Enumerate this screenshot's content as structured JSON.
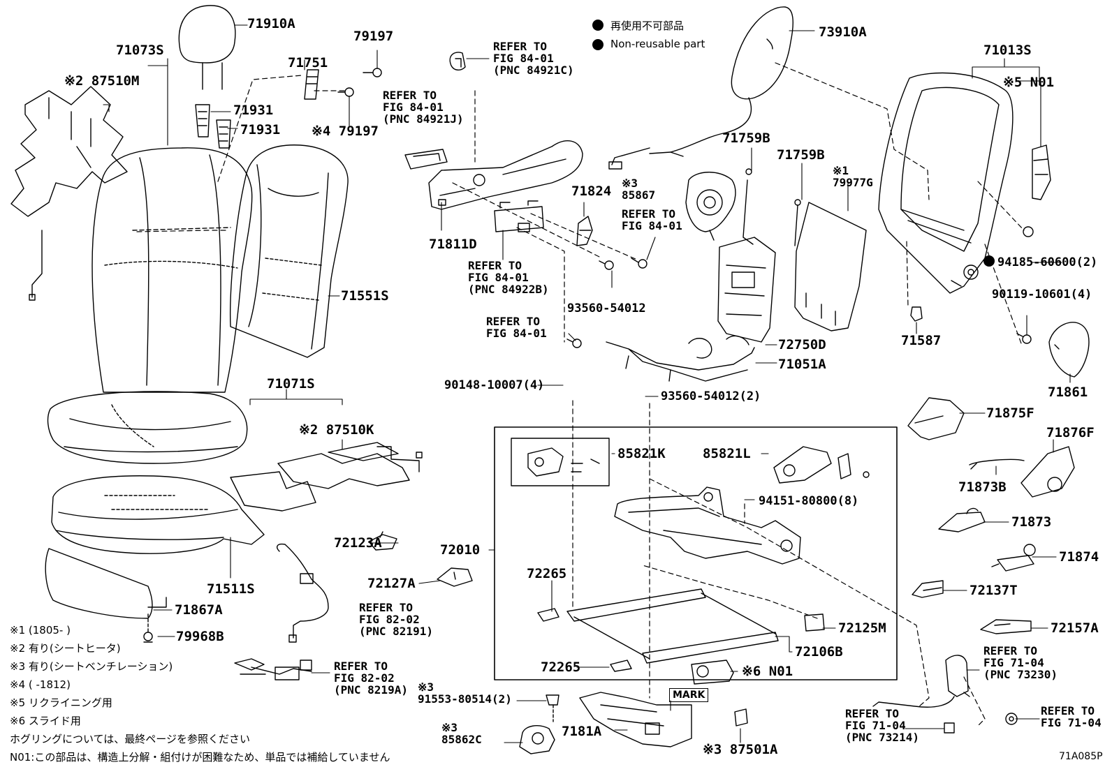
{
  "legend": {
    "ja": "再使用不可部品",
    "en": "Non-reusable part"
  },
  "labels": {
    "p71910A": "71910A",
    "p71073S": "71073S",
    "p87510M": "※2 87510M",
    "p71751": "71751",
    "p79197a": "79197",
    "p71931a": "71931",
    "p71931b": "71931",
    "p79197b": "※4 79197",
    "ref1": "REFER TO\nFIG 84-01\n(PNC 84921C)",
    "ref2": "REFER TO\nFIG 84-01\n(PNC 84921J)",
    "p73910A": "73910A",
    "p71013S": "71013S",
    "pN01a": "※5 N01",
    "p71811D": "71811D",
    "p71824": "71824",
    "p85867": "※3\n85867",
    "ref3": "REFER TO\nFIG 84-01",
    "p71759Ba": "71759B",
    "p71759Bb": "71759B",
    "p79977G": "※1\n79977G",
    "p94185": "94185-60600(2)",
    "p90119": "90119-10601(4)",
    "ref4": "REFER TO\nFIG 84-01\n(PNC 84922B)",
    "p93560a": "93560-54012",
    "ref5": "REFER TO\nFIG 84-01",
    "p71551S": "71551S",
    "p72750D": "72750D",
    "p71587": "71587",
    "p71051A": "71051A",
    "p71861": "71861",
    "p71071S": "71071S",
    "p90148": "90148-10007(4)",
    "p93560b": "93560-54012(2)",
    "p87510K": "※2 87510K",
    "p71875F": "71875F",
    "p85821K": "85821K",
    "p85821L": "85821L",
    "p71876F": "71876F",
    "p71873B": "71873B",
    "p94151": "94151-80800(8)",
    "p72123A": "72123A",
    "p72010": "72010",
    "p71873": "71873",
    "p71874": "71874",
    "p72127A": "72127A",
    "p71511S": "71511S",
    "p72265a": "72265",
    "p72137T": "72137T",
    "ref6": "REFER TO\nFIG 82-02\n(PNC 82191)",
    "p71867A": "71867A",
    "p72125M": "72125M",
    "p72157A": "72157A",
    "p79968B": "79968B",
    "p72106B": "72106B",
    "p72265b": "72265",
    "pN01b": "※6 N01",
    "ref7": "REFER TO\nFIG 71-04\n(PNC 73230)",
    "ref8": "REFER TO\nFIG 82-02\n(PNC 8219A)",
    "p91553": "※3\n91553-80514(2)",
    "ref9": "REFER TO\nFIG 71-04\n(PNC 73214)",
    "ref10": "REFER TO\nFIG 71-04",
    "p85862C": "※3\n85862C",
    "p7181A": "7181A",
    "p87501A": "※3 87501A",
    "mark": "MARK",
    "figno": "71A085P"
  },
  "notes": [
    "※1 (1805-      )",
    "※2 有り(シートヒータ)",
    "※3 有り(シートベンチレーション)",
    "※4 (      -1812)",
    "※5 リクライニング用",
    "※6 スライド用",
    "ホグリングについては、最終ページを参照ください",
    "N01:この部品は、構造上分解・組付けが困難なため、単品では補給していません"
  ]
}
